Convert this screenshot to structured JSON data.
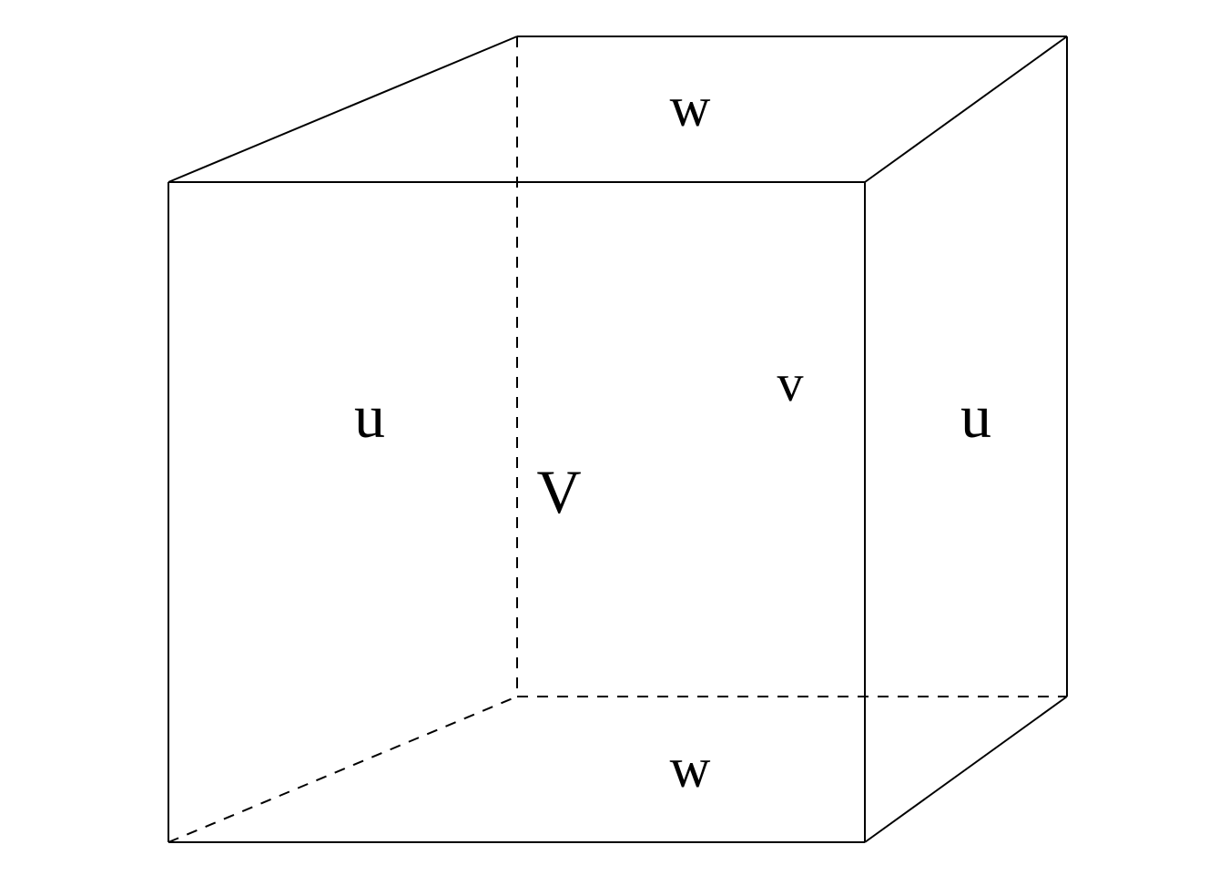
{
  "labels": {
    "top_face": "w",
    "bottom_face": "w",
    "left_face": "u",
    "right_face": "u",
    "back_face": "v",
    "volume": "V"
  },
  "colors": {
    "stroke": "#000000",
    "background": "#ffffff"
  }
}
